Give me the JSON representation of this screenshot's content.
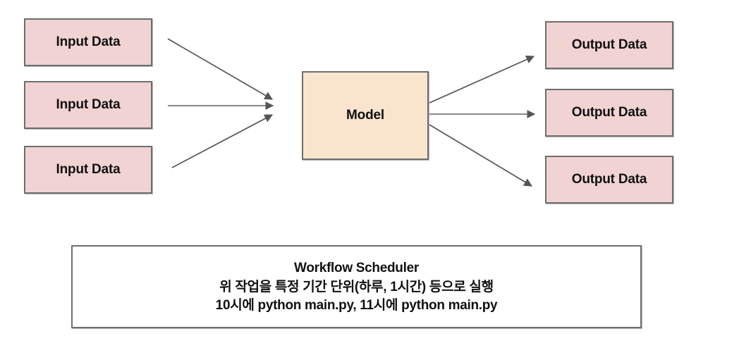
{
  "diagram": {
    "title": "Workflow Scheduler pipeline diagram",
    "colors": {
      "data_box_fill": "#f1d3d3",
      "model_box_fill": "#f9e4cd",
      "box_border": "#6e6e6e",
      "arrow": "#555555",
      "panel_fill": "#ffffff",
      "text": "#111111",
      "background": "#ffffff"
    },
    "inputs": [
      {
        "label": "Input Data"
      },
      {
        "label": "Input Data"
      },
      {
        "label": "Input Data"
      }
    ],
    "model": {
      "label": "Model"
    },
    "outputs": [
      {
        "label": "Output Data"
      },
      {
        "label": "Output Data"
      },
      {
        "label": "Output Data"
      }
    ],
    "edges": [
      {
        "name": "input-1-to-model",
        "from": "Input Data",
        "to": "Model"
      },
      {
        "name": "input-2-to-model",
        "from": "Input Data",
        "to": "Model"
      },
      {
        "name": "input-3-to-model",
        "from": "Input Data",
        "to": "Model"
      },
      {
        "name": "model-to-output-1",
        "from": "Model",
        "to": "Output Data"
      },
      {
        "name": "model-to-output-2",
        "from": "Model",
        "to": "Output Data"
      },
      {
        "name": "model-to-output-3",
        "from": "Model",
        "to": "Output Data"
      }
    ],
    "scheduler": {
      "line1": "Workflow Scheduler",
      "line2": "위 작업을 특정 기간 단위(하루, 1시간) 등으로 실행",
      "line3": "10시에 python main.py, 11시에 python main.py"
    }
  }
}
